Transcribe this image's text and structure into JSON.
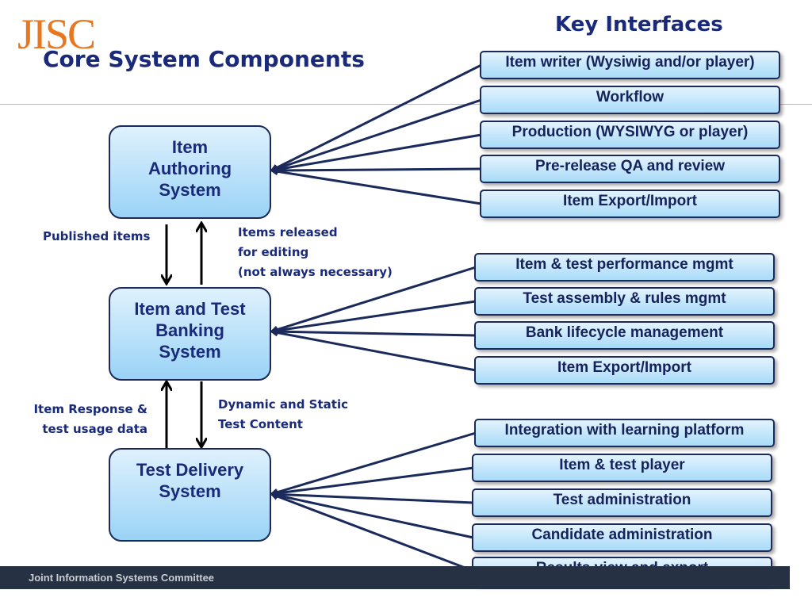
{
  "logo": "JISC",
  "title": "Core System Components",
  "interfaces_heading": "Key Interfaces",
  "systems": [
    {
      "label_lines": [
        "Item",
        "Authoring",
        "System"
      ]
    },
    {
      "label_lines": [
        "Item and Test",
        "Banking",
        "System"
      ]
    },
    {
      "label_lines": [
        "Test Delivery",
        "System"
      ]
    }
  ],
  "interfaces": {
    "authoring": [
      "Item writer (Wysiwig and/or player)",
      "Workflow",
      "Production (WYSIWYG or player)",
      "Pre-release QA and review",
      "Item Export/Import"
    ],
    "banking": [
      "Item & test performance mgmt",
      "Test assembly & rules mgmt",
      "Bank lifecycle management",
      "Item Export/Import"
    ],
    "delivery": [
      "Integration with learning platform",
      "Item & test player",
      "Test administration",
      "Candidate administration",
      "Results view and export"
    ]
  },
  "flows": {
    "published_items": "Published items",
    "items_released": [
      "Items released",
      "for editing",
      "(not always necessary)"
    ],
    "response_data": [
      "Item Response &",
      "test usage data"
    ],
    "test_content": [
      "Dynamic and Static",
      "Test Content"
    ]
  },
  "footer": "Joint Information Systems Committee",
  "colors": {
    "title": "#1a2a7a",
    "logo": "#e87722",
    "connector": "#1a2a5a",
    "footer": "#263143"
  }
}
